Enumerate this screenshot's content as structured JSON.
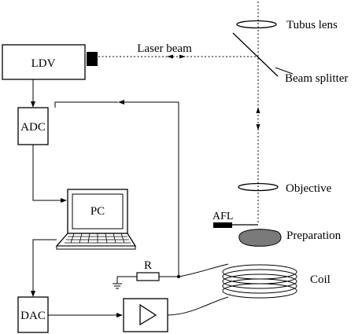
{
  "labels": {
    "ldv": "LDV",
    "adc": "ADC",
    "pc": "PC",
    "dac": "DAC",
    "laser_beam": "Laser beam",
    "tubus_lens": "Tubus lens",
    "beam_splitter": "Beam splitter",
    "objective": "Objective",
    "afl": "AFL",
    "preparation": "Preparation",
    "resistor": "R",
    "coil": "Coil"
  },
  "colors": {
    "stroke": "#000000",
    "preparation_fill": "#7a7a7a",
    "ldv_lens_fill": "#000000",
    "background": "#ffffff"
  }
}
